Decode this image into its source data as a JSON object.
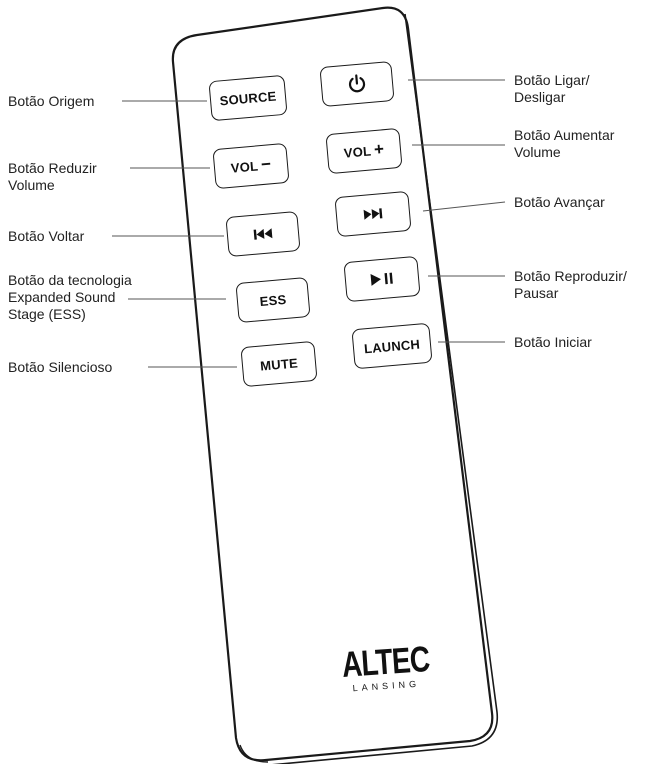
{
  "buttons": {
    "source": "SOURCE",
    "power": "",
    "vol_minus": "VOL",
    "vol_plus": "VOL",
    "prev": "",
    "next": "",
    "ess": "ESS",
    "play_pause": "",
    "mute": "MUTE",
    "launch": "LAUNCH"
  },
  "labels": {
    "source": [
      "Botão Origem"
    ],
    "power": [
      "Botão Ligar/",
      "Desligar"
    ],
    "vol_minus": [
      "Botão Reduzir",
      "Volume"
    ],
    "vol_plus": [
      "Botão Aumentar",
      "Volume"
    ],
    "prev": [
      "Botão Voltar"
    ],
    "next": [
      "Botão Avançar"
    ],
    "ess": [
      "Botão da tecnologia",
      "Expanded Sound",
      "Stage (ESS)"
    ],
    "play_pause": [
      "Botão Reproduzir/",
      "Pausar"
    ],
    "mute": [
      "Botão Silencioso"
    ],
    "launch": [
      "Botão Iniciar"
    ]
  },
  "logo": {
    "word": "ALTEC",
    "sub": "LANSING"
  },
  "icons": {
    "power": "power-icon",
    "prev": "skip-back-icon",
    "next": "skip-forward-icon",
    "play_pause": "play-pause-icon",
    "plus": "plus-icon",
    "minus": "minus-icon"
  },
  "colors": {
    "outline": "#1a1a1a",
    "text": "#222222"
  }
}
